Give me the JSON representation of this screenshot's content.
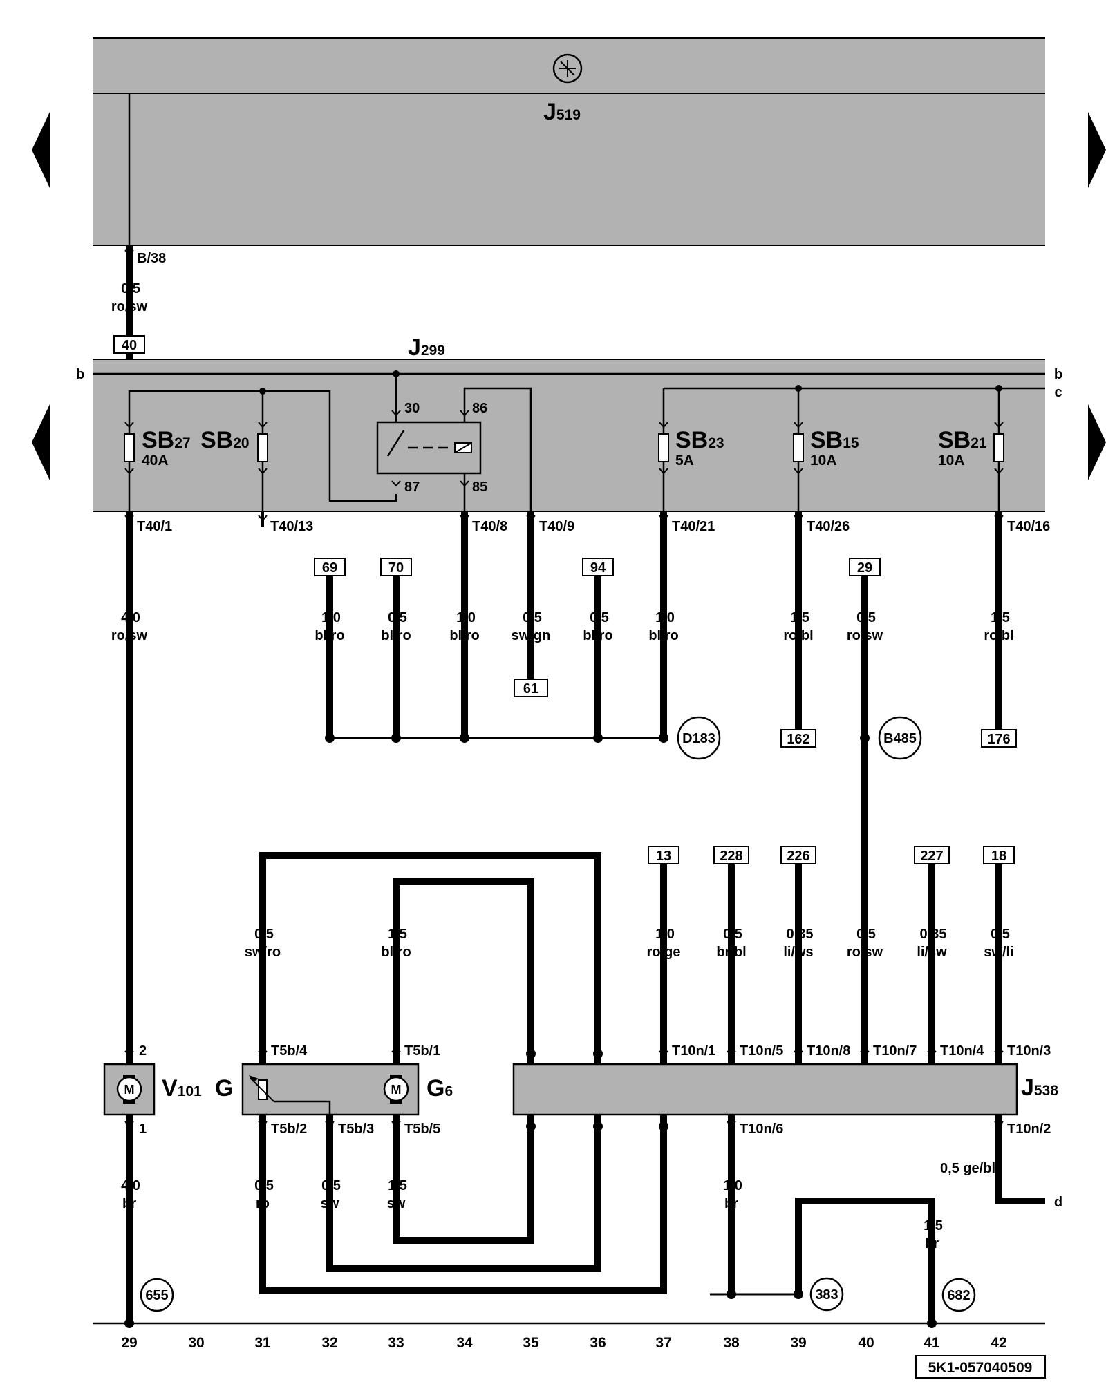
{
  "modules": {
    "j519": {
      "name": "J",
      "sub": "519",
      "pin": "B/38"
    },
    "j299": {
      "name": "J",
      "sub": "299",
      "rail_b_left": "b",
      "rail_b_right": "b",
      "rail_c_right": "c"
    },
    "j538": {
      "name": "J",
      "sub": "538"
    }
  },
  "fuses": [
    {
      "name": "SB",
      "sub": "27",
      "amp": "40A",
      "pin": "T40/1"
    },
    {
      "name": "SB",
      "sub": "20",
      "amp": "",
      "pin": "T40/13"
    },
    {
      "name": "SB",
      "sub": "23",
      "amp": "5A",
      "pin": "T40/21"
    },
    {
      "name": "SB",
      "sub": "15",
      "amp": "10A",
      "pin": "T40/26"
    },
    {
      "name": "SB",
      "sub": "21",
      "amp": "10A",
      "pin": "T40/16"
    }
  ],
  "relay": {
    "pins": [
      "30",
      "86",
      "87",
      "85"
    ],
    "out_pins": [
      "T40/8",
      "T40/9"
    ]
  },
  "components": {
    "v101": {
      "name": "V",
      "sub": "101",
      "pin_top": "2",
      "pin_bottom": "1"
    },
    "g": {
      "name": "G"
    },
    "g6": {
      "name": "G",
      "sub": "6"
    },
    "t5b": [
      "T5b/4",
      "T5b/1",
      "T5b/2",
      "T5b/3",
      "T5b/5"
    ]
  },
  "t10n": [
    "T10n/1",
    "T10n/5",
    "T10n/8",
    "T10n/7",
    "T10n/4",
    "T10n/3",
    "T10n/6",
    "T10n/2"
  ],
  "ref_boxes": [
    "40",
    "69",
    "70",
    "94",
    "29",
    "61",
    "162",
    "176",
    "13",
    "228",
    "226",
    "227",
    "18"
  ],
  "ground_circles": [
    "D183",
    "B485",
    "655",
    "383",
    "682"
  ],
  "wires": [
    {
      "size": "0,5",
      "color": "ro/sw"
    },
    {
      "size": "4,0",
      "color": "ro/sw"
    },
    {
      "size": "1,0",
      "color": "bl/ro"
    },
    {
      "size": "0,5",
      "color": "bl/ro"
    },
    {
      "size": "1,0",
      "color": "bl/ro"
    },
    {
      "size": "0,5",
      "color": "sw/gn"
    },
    {
      "size": "0,5",
      "color": "bl/ro"
    },
    {
      "size": "1,0",
      "color": "bl/ro"
    },
    {
      "size": "1,5",
      "color": "ro/bl"
    },
    {
      "size": "0,5",
      "color": "ro/sw"
    },
    {
      "size": "1,5",
      "color": "ro/bl"
    },
    {
      "size": "0,5",
      "color": "sw/ro"
    },
    {
      "size": "1,5",
      "color": "bl/ro"
    },
    {
      "size": "1,0",
      "color": "ro/ge"
    },
    {
      "size": "0,5",
      "color": "br/bl"
    },
    {
      "size": "0,35",
      "color": "li/ws"
    },
    {
      "size": "0,5",
      "color": "ro/sw"
    },
    {
      "size": "0,35",
      "color": "li/sw"
    },
    {
      "size": "0,5",
      "color": "sw/li"
    },
    {
      "size": "4,0",
      "color": "br"
    },
    {
      "size": "0,5",
      "color": "ro"
    },
    {
      "size": "0,5",
      "color": "sw"
    },
    {
      "size": "1,5",
      "color": "sw"
    },
    {
      "size": "1,0",
      "color": "br"
    },
    {
      "size": "1,5",
      "color": "br"
    }
  ],
  "single_label": {
    "text": "0,5 ge/bl",
    "end_label": "d"
  },
  "columns": [
    "29",
    "30",
    "31",
    "32",
    "33",
    "34",
    "35",
    "36",
    "37",
    "38",
    "39",
    "40",
    "41",
    "42"
  ],
  "doc_id": "5K1-057040509",
  "colors": {
    "module_fill": "#b2b2b2",
    "line": "#000000"
  }
}
